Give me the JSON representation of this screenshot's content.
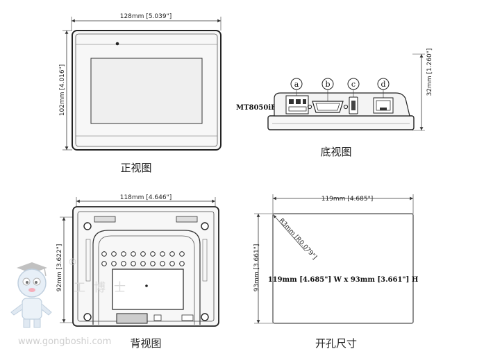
{
  "front_view": {
    "width_dim": "128mm [5.039\"]",
    "height_dim": "102mm [4.016\"]",
    "caption": "正视图"
  },
  "bottom_view": {
    "depth_dim": "32mm [1.260\"]",
    "model": "MT8050iB",
    "ports": [
      "a",
      "b",
      "c",
      "d"
    ],
    "caption": "底视图"
  },
  "back_view": {
    "width_dim": "118mm [4.646\"]",
    "height_dim": "92mm [3.622\"]",
    "caption": "背视图"
  },
  "cutout_view": {
    "width_dim": "119mm [4.685\"]",
    "height_dim": "93mm [3.661\"]",
    "corner_dim": "R3mm [R0.079\"]",
    "size_text": "119mm [4.685\"] W x 93mm [3.661\"] H",
    "caption": "开孔尺寸"
  },
  "watermark": {
    "url": "www.gongboshi.com",
    "brand": "工博士",
    "registered": "®"
  },
  "colors": {
    "line": "#333333",
    "screen_fill": "#efefef",
    "bezel_fill": "#f7f7f7"
  }
}
